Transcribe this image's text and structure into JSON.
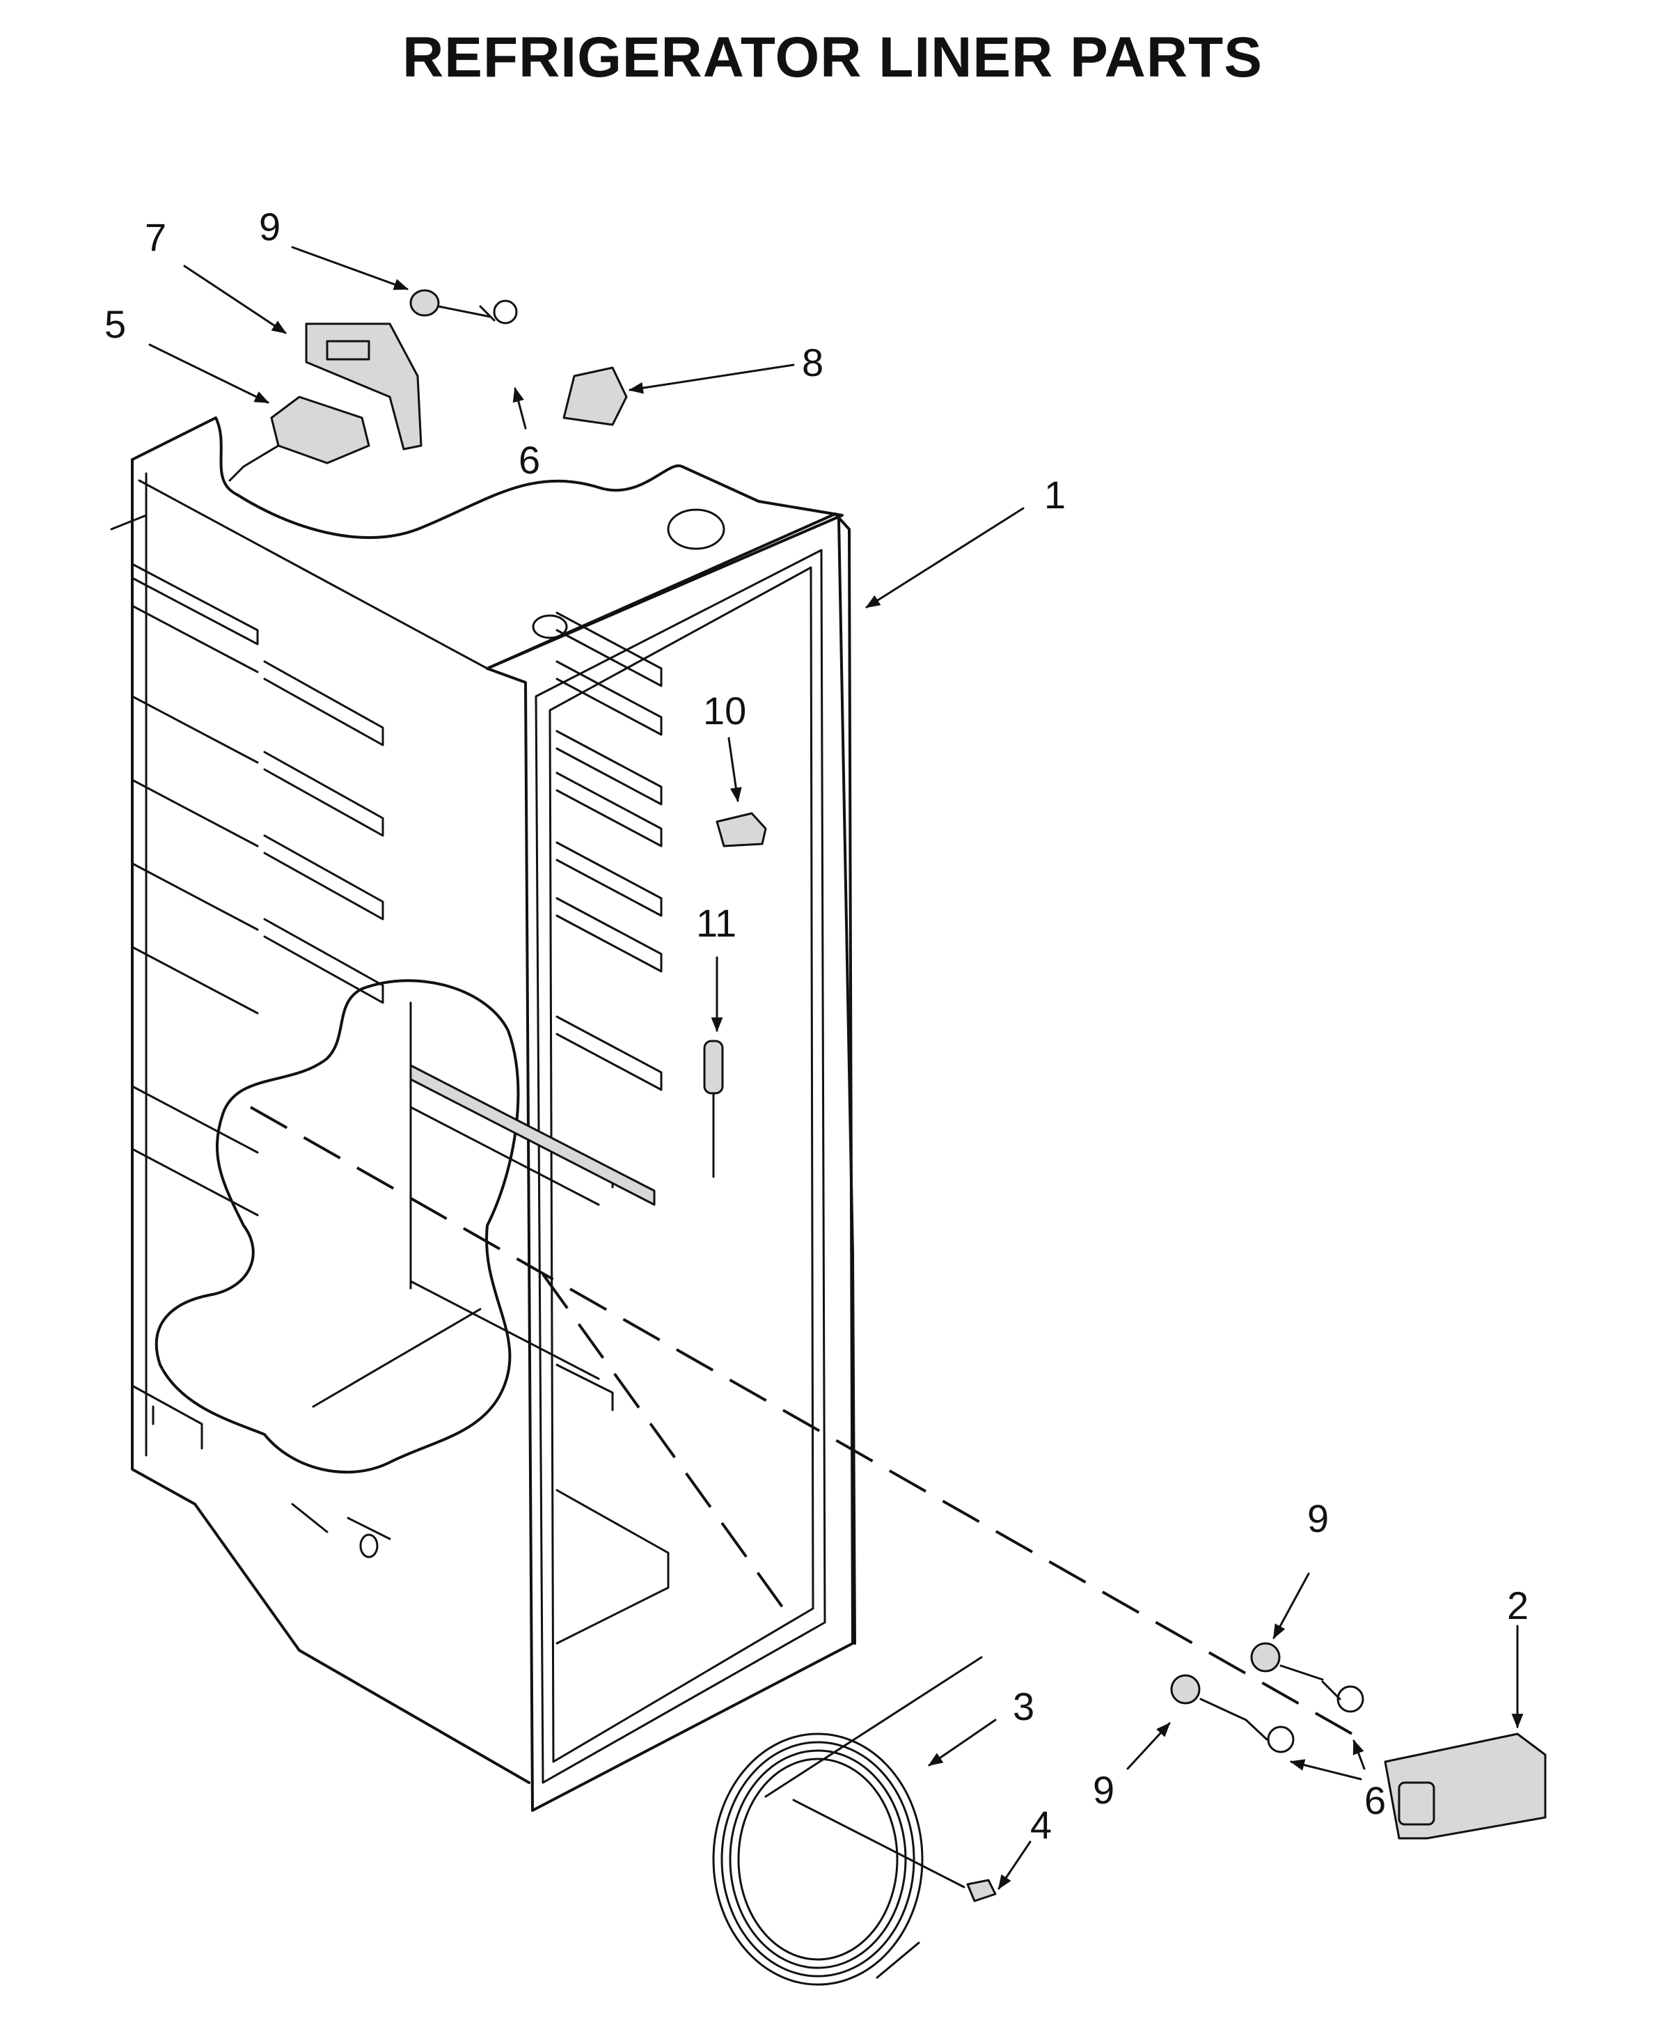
{
  "title": "REFRIGERATOR LINER PARTS",
  "callouts": [
    {
      "id": "c1",
      "text": "1"
    },
    {
      "id": "c2",
      "text": "2"
    },
    {
      "id": "c3",
      "text": "3"
    },
    {
      "id": "c4",
      "text": "4"
    },
    {
      "id": "c5",
      "text": "5"
    },
    {
      "id": "c6a",
      "text": "6"
    },
    {
      "id": "c6b",
      "text": "6"
    },
    {
      "id": "c7",
      "text": "7"
    },
    {
      "id": "c8",
      "text": "8"
    },
    {
      "id": "c9a",
      "text": "9"
    },
    {
      "id": "c9b",
      "text": "9"
    },
    {
      "id": "c9c",
      "text": "9"
    },
    {
      "id": "c10",
      "text": "10"
    },
    {
      "id": "c11",
      "text": "11"
    }
  ]
}
